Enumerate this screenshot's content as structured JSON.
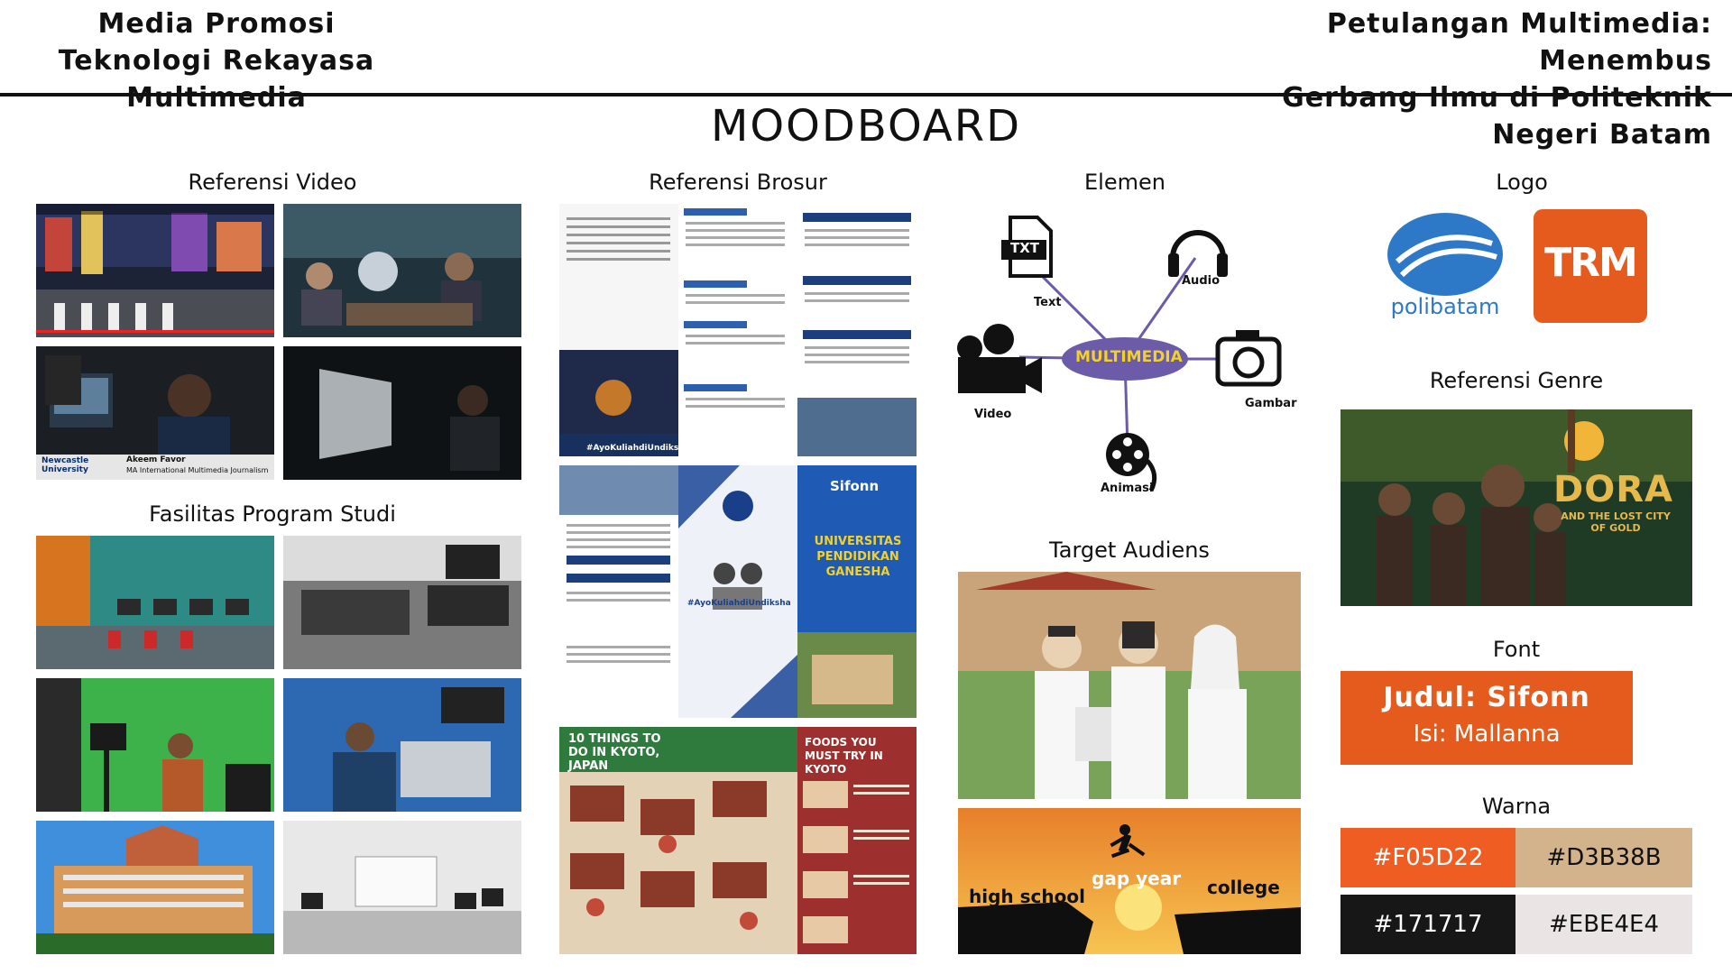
{
  "header": {
    "left_line1": "Media Promosi",
    "left_line2": "Teknologi Rekayasa Multimedia",
    "right_line1": "Petulangan Multimedia: Menembus",
    "right_line2": "Gerbang Ilmu di Politeknik Negeri Batam"
  },
  "title": "MOODBOARD",
  "sections": {
    "video": "Referensi Video",
    "brosur": "Referensi Brosur",
    "elemen": "Elemen",
    "logo": "Logo",
    "fasilitas": "Fasilitas Program Studi",
    "genre": "Referensi Genre",
    "target": "Target Audiens",
    "font": "Font",
    "warna": "Warna"
  },
  "elemen": {
    "center": "MULTIMEDIA",
    "nodes": [
      "Text",
      "Audio",
      "Video",
      "Gambar",
      "Animasi"
    ],
    "txt_icon": "TXT"
  },
  "logos": {
    "polibatam": "polibatam",
    "trm": "TRM"
  },
  "video_caption": {
    "uni": "Newcastle University",
    "name": "Akeem Favor",
    "degree": "MA International Multimedia Journalism"
  },
  "genre": {
    "title": "DORA",
    "subtitle": "AND THE LOST CITY OF GOLD"
  },
  "target": {
    "from": "high school",
    "middle": "gap year",
    "to": "college"
  },
  "brosur": {
    "b1_footer": "#AyoKuliahdiUndiksha",
    "b2_brand": "Sifonn",
    "b2_title": "UNIVERSITAS PENDIDIKAN GANESHA",
    "b2_tag": "#AyoKuliahdiUndiksha",
    "b3_left": "10 THINGS TO DO IN KYOTO, JAPAN",
    "b3_right": "FOODS YOU MUST TRY IN KYOTO"
  },
  "font": {
    "judul": "Judul: Sifonn",
    "isi": "Isi: Mallanna"
  },
  "colors": [
    {
      "hex": "#F05D22",
      "label": "#F05D22"
    },
    {
      "hex": "#D3B38B",
      "label": "#D3B38B"
    },
    {
      "hex": "#171717",
      "label": "#171717"
    },
    {
      "hex": "#EBE4E4",
      "label": "#EBE4E4"
    }
  ]
}
